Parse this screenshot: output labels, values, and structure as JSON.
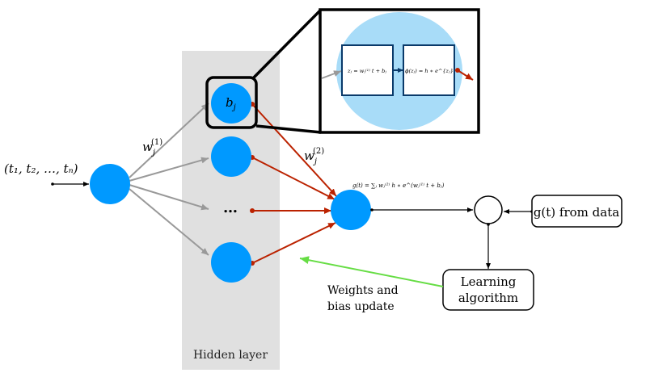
{
  "input": {
    "label": "(t₁, t₂, …, tₙ)"
  },
  "hidden_layer": {
    "title": "Hidden layer",
    "first_node_label": "b",
    "first_node_sub": "j",
    "ellipsis": "…"
  },
  "weights": {
    "w1_base": "w",
    "w1_sub": "j",
    "w1_sup": "(1)",
    "w2_base": "w",
    "w2_sub": "j",
    "w2_sup": "(2)"
  },
  "zoom": {
    "z_box": "zⱼ = wⱼ⁽¹⁾ t + bⱼ",
    "phi_box": "ϕ(zⱼ) = h ∗ e^{zⱼ}"
  },
  "output": {
    "formula": "g(t) = ∑ⱼ wⱼ⁽²⁾ h ∗ e^(wⱼ⁽¹⁾ t + bⱼ)"
  },
  "data_box": {
    "label": "g(t) from data"
  },
  "learning_box": {
    "line1": "Learning",
    "line2": "algorithm"
  },
  "feedback": {
    "line1": "Weights and",
    "line2": "bias update"
  },
  "colors": {
    "node": "#0099ff",
    "hidden_bg": "#e0e0e0",
    "in_arrow": "#999999",
    "out_arrow": "#bb2200",
    "feedback_arrow": "#66dd44",
    "zoom_bg": "#a8dcf8",
    "zoom_box_border": "#0a3a6a"
  }
}
